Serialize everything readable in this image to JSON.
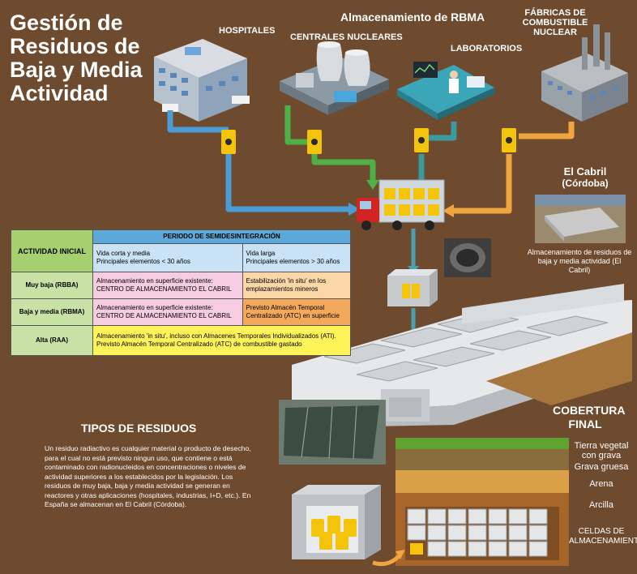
{
  "title": "Gestión de Residuos de Baja y Media Actividad",
  "header_label": "Almacenamiento de RBMA",
  "sources": [
    {
      "label": "HOSPITALES"
    },
    {
      "label": "CENTRALES NUCLEARES"
    },
    {
      "label": "LABORATORIOS"
    },
    {
      "label": "FÁBRICAS DE COMBUSTIBLE NUCLEAR"
    }
  ],
  "cabril": {
    "title": "El Cabril",
    "subtitle": "(Córdoba)",
    "caption": "Almacenamiento de residuos de baja y media actividad (El Cabril)"
  },
  "table": {
    "col0": "ACTIVIDAD INICIAL",
    "period_header": "PERIODO DE SEMIDESINTEGRACIÓN",
    "col1_sub": "Vida corta y media\nPrincipales elementos < 30 años",
    "col2_sub": "Vida larga\nPrincipales elementos > 30 años",
    "rows": [
      {
        "label": "Muy baja (RBBA)",
        "c1": "Almacenamiento en superficie existente: CENTRO DE ALMACENAMIENTO EL CABRIL",
        "c2": "Estabilización 'in situ' en los emplazamientos mineros"
      },
      {
        "label": "Baja y media (RBMA)",
        "c1": "Almacenamiento en superficie existente: CENTRO DE ALMACENAMIENTO EL CABRIL",
        "c2": "Previsto Almacén Temporal Centralizado (ATC) en superficie"
      },
      {
        "label": "Alta (RAA)",
        "c1": "Almacenamiento 'in situ', incluso con Almacenes Temporales Individualizados (ATI). Previsto Almacén Temporal Centralizado (ATC) de combustible gastado"
      }
    ]
  },
  "tipos": {
    "title": "TIPOS DE RESIDUOS",
    "body": "Un residuo radiactivo es cualquier material o producto de desecho, para el cual no está previsto ningun uso, que contiene o está contaminado con radionucleidos en concentraciones o niveles de actividad superiores a los establecidos por la legislación. Los residuos de muy baja, baja y media actividad se generan en reactores y otras aplicaciones (hospitales, industrias, I+D, etc.). En España se almacenan en El Cabril (Córdoba)."
  },
  "cobertura": {
    "title": "COBERTURA FINAL",
    "layers": [
      {
        "label": "Tierra vegetal con grava"
      },
      {
        "label": "Grava gruesa"
      },
      {
        "label": "Arena"
      },
      {
        "label": "Arcilla"
      },
      {
        "label": "CELDAS DE ALMACENAMIENTO"
      }
    ]
  },
  "colors": {
    "background": "#6e4a2e",
    "arrow_blue": "#4b9bd4",
    "arrow_green": "#4fb045",
    "arrow_teal": "#3a9aa0",
    "arrow_orange": "#f0a640",
    "drum_yellow": "#f4c30c"
  }
}
